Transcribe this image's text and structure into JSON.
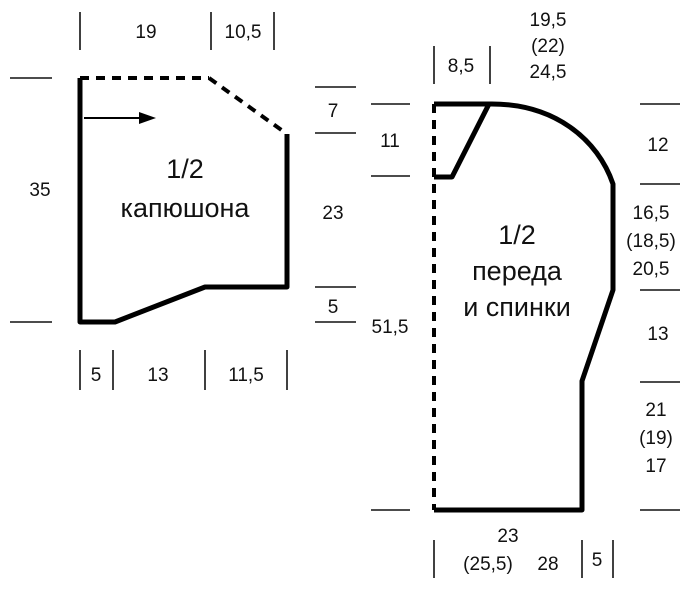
{
  "colors": {
    "line": "#000000",
    "text": "#111111",
    "background": "#ffffff"
  },
  "hood": {
    "title_line1": "1/2",
    "title_line2": "капюшона",
    "top_width": "19",
    "top_slant": "10,5",
    "height_total": "35",
    "right_top": "7",
    "right_mid": "23",
    "right_bottom": "5",
    "bottom_left": "5",
    "bottom_mid": "13",
    "bottom_right": "11,5"
  },
  "body": {
    "title_line1": "1/2",
    "title_line2": "переда",
    "title_line3": "и спинки",
    "top_a": "19,5",
    "top_b": "(22)",
    "top_c": "24,5",
    "neck_width": "8,5",
    "neck_depth": "11",
    "height_total": "51,5",
    "right_1": "12",
    "right_2a": "16,5",
    "right_2b": "(18,5)",
    "right_2c": "20,5",
    "right_3": "13",
    "right_4a": "21",
    "right_4b": "(19)",
    "right_4c": "17",
    "bottom_a": "23",
    "bottom_b": "(25,5)",
    "bottom_c": "28",
    "bottom_right": "5"
  }
}
